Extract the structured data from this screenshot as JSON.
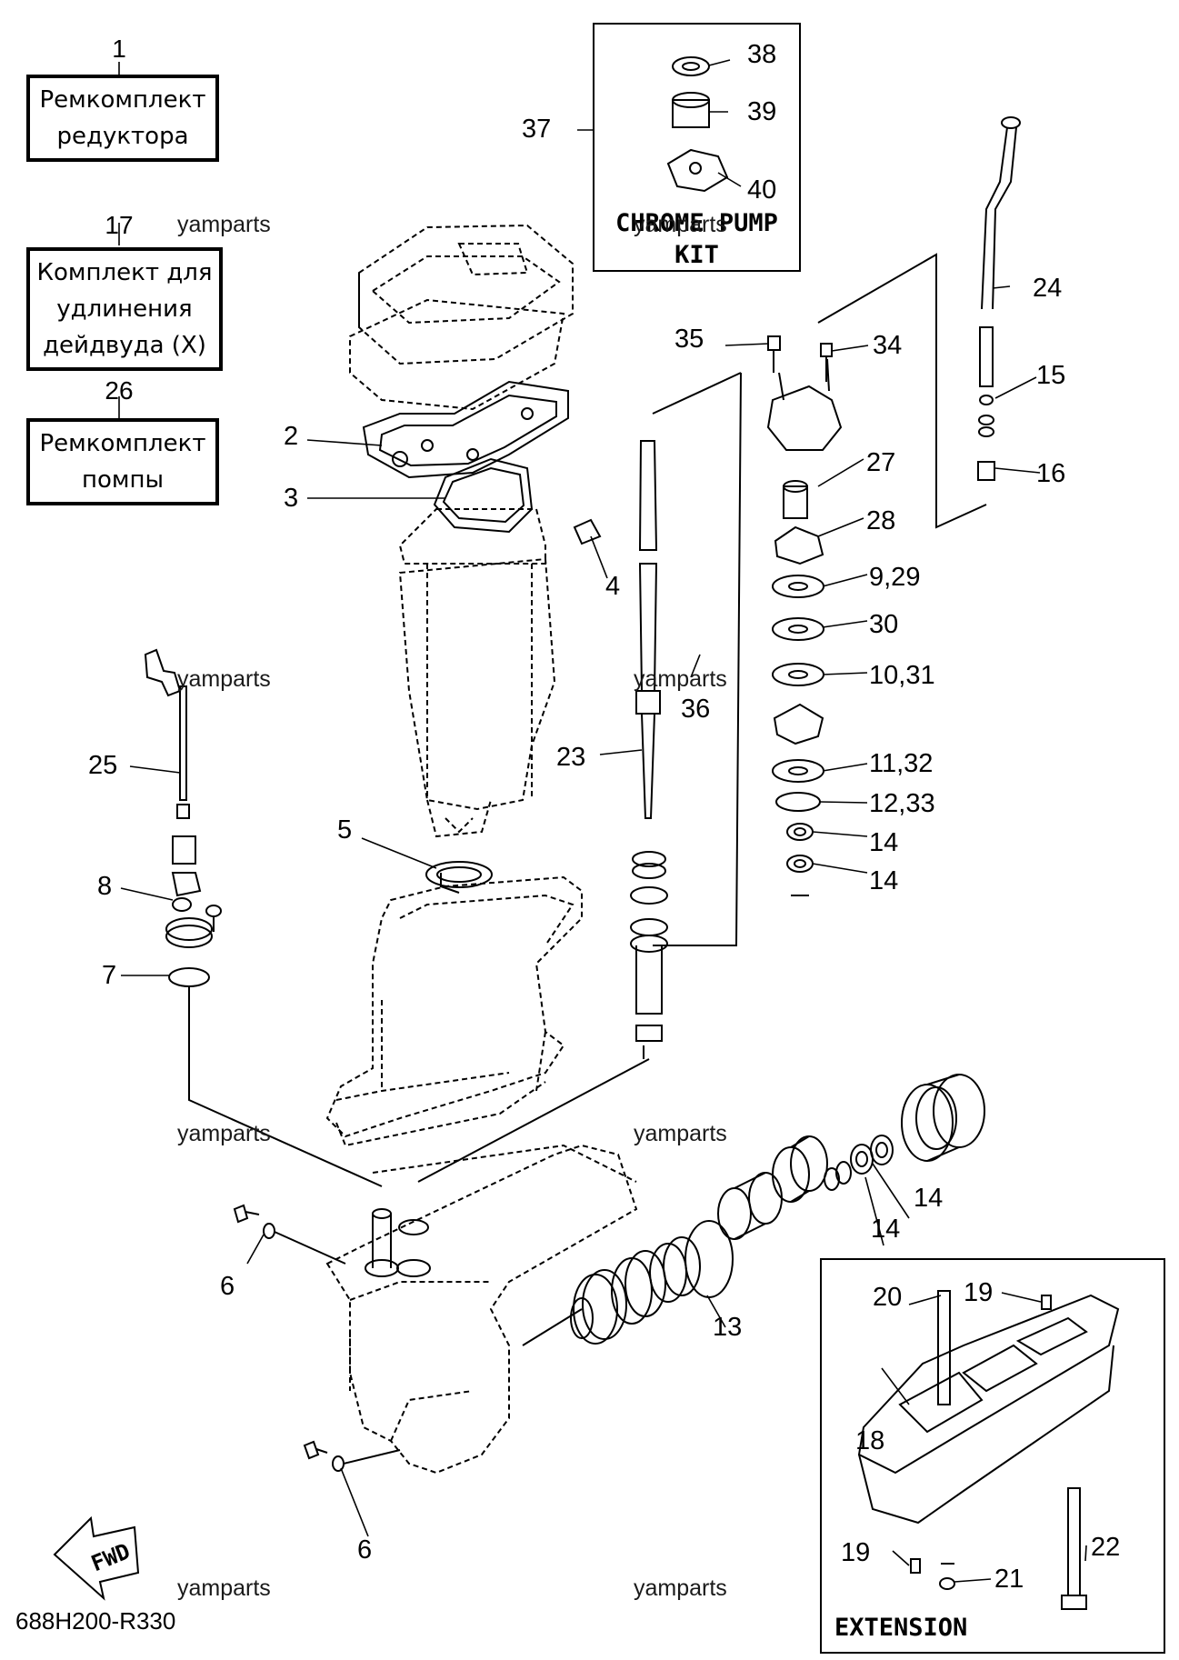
{
  "kits": [
    {
      "number": "1",
      "lines": [
        "Ремкомплект",
        "редуктора"
      ]
    },
    {
      "number": "17",
      "lines": [
        "Комплект для",
        "удлинения",
        "дейдвуда (X)"
      ]
    },
    {
      "number": "26",
      "lines": [
        "Ремкомплект",
        "помпы"
      ]
    }
  ],
  "pump_kit": {
    "number": "37",
    "title_lines": [
      "CHROME PUMP",
      "KIT"
    ],
    "parts": [
      "38",
      "39",
      "40"
    ]
  },
  "extension_box": {
    "title": "EXTENSION",
    "parts": [
      "18",
      "19",
      "19",
      "20",
      "21",
      "22"
    ]
  },
  "callouts": [
    "2",
    "3",
    "4",
    "5",
    "6",
    "6",
    "7",
    "8",
    "9,29",
    "10,31",
    "11,32",
    "12,33",
    "13",
    "14",
    "14",
    "14",
    "14",
    "15",
    "16",
    "23",
    "24",
    "25",
    "27",
    "28",
    "30",
    "34",
    "35",
    "36"
  ],
  "watermark": "yamparts",
  "drawing_code": "688H200-R330",
  "fwd_label": "FWD"
}
